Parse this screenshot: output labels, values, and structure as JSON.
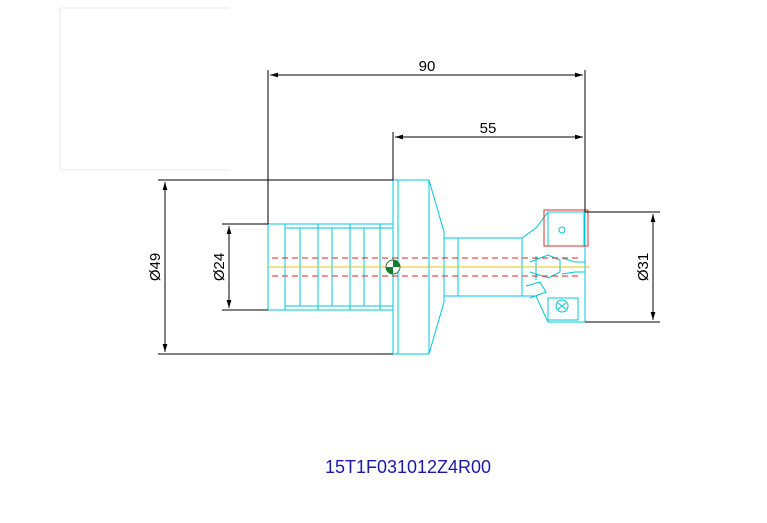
{
  "drawing": {
    "dimensions": {
      "overall_length": "90",
      "head_length": "55",
      "flange_diameter": "Ø49",
      "shank_diameter": "Ø24",
      "cutting_diameter": "Ø31"
    },
    "part_number": "15T1F031012Z4R00",
    "colors": {
      "outline": "#00c8d8",
      "dimension": "#000000",
      "center_line": "#e02020",
      "axis_line": "#e0c020",
      "part_number": "#1a1aa6",
      "insert_highlight": "#e03030"
    }
  }
}
